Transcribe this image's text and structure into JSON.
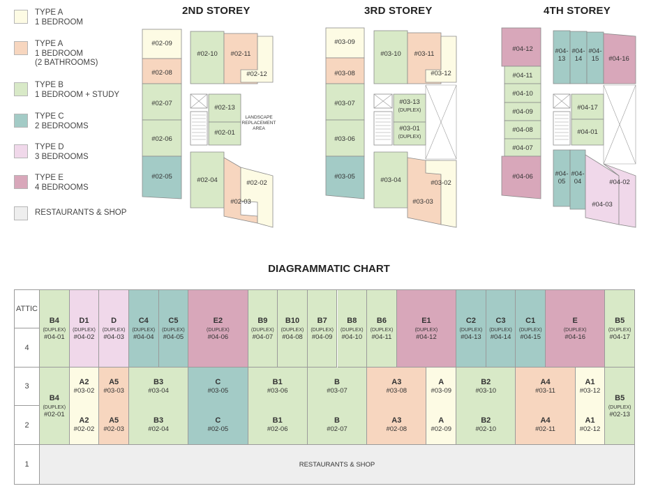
{
  "colors": {
    "typeA": "#fdfbe4",
    "typeA2": "#f7d6bf",
    "typeB": "#d8e9c7",
    "typeC": "#a3cbc6",
    "typeD": "#f0d8ea",
    "typeE": "#d8a7ba",
    "shop": "#eeeeee",
    "line": "#9a9a9a"
  },
  "legend": [
    {
      "label": "TYPE A\n1 BEDROOM",
      "color": "#fdfbe4"
    },
    {
      "label": "TYPE A\n1 BEDROOM\n(2 BATHROOMS)",
      "color": "#f7d6bf"
    },
    {
      "label": "TYPE B\n1 BEDROOM + STUDY",
      "color": "#d8e9c7"
    },
    {
      "label": "TYPE C\n2 BEDROOMS",
      "color": "#a3cbc6"
    },
    {
      "label": "TYPE D\n3 BEDROOMS",
      "color": "#f0d8ea"
    },
    {
      "label": "TYPE E\n4 BEDROOMS",
      "color": "#d8a7ba"
    },
    {
      "label": "RESTAURANTS & SHOP",
      "color": "#eeeeee"
    }
  ],
  "plans": {
    "second": {
      "title": "2ND STOREY",
      "units": [
        "#02-09",
        "#02-08",
        "#02-07",
        "#02-06",
        "#02-05",
        "#02-10",
        "#02-11",
        "#02-12",
        "#02-13",
        "#02-01",
        "#02-04",
        "#02-03",
        "#02-02"
      ],
      "landscape": "LANDSCAPE\nREPLACEMENT\nAREA"
    },
    "third": {
      "title": "3RD STOREY",
      "units": [
        "#03-09",
        "#03-08",
        "#03-07",
        "#03-06",
        "#03-05",
        "#03-10",
        "#03-11",
        "#03-12",
        "#03-13",
        "#03-01",
        "#03-04",
        "#03-02",
        "#03-03"
      ],
      "duplex": "(DUPLEX)"
    },
    "fourth": {
      "title": "4TH STOREY",
      "units": [
        "#04-12",
        "#04-11",
        "#04-10",
        "#04-09",
        "#04-08",
        "#04-07",
        "#04-06",
        "#04-\n13",
        "#04-\n14",
        "#04-\n15",
        "#04-16",
        "#04-17",
        "#04-01",
        "#04-\n05",
        "#04-\n04",
        "#04-02",
        "#04-03"
      ]
    }
  },
  "chart": {
    "title": "DIAGRAMMATIC CHART",
    "floor_labels": [
      "ATTIC",
      "4",
      "3",
      "2",
      "1"
    ],
    "upper": [
      {
        "code": "B4",
        "dup": "(DUPLEX)",
        "unit": "#04-01",
        "color": "#d8e9c7"
      },
      {
        "code": "D1",
        "dup": "(DUPLEX)",
        "unit": "#04-02",
        "color": "#f0d8ea"
      },
      {
        "code": "D",
        "dup": "(DUPLEX)",
        "unit": "#04-03",
        "color": "#f0d8ea"
      },
      {
        "code": "C4",
        "dup": "(DUPLEX)",
        "unit": "#04-04",
        "color": "#a3cbc6"
      },
      {
        "code": "C5",
        "dup": "(DUPLEX)",
        "unit": "#04-05",
        "color": "#a3cbc6"
      },
      {
        "code": "E2",
        "dup": "(DUPLEX)",
        "unit": "#04-06",
        "color": "#d8a7ba",
        "span": 2
      },
      {
        "code": "B9",
        "dup": "(DUPLEX)",
        "unit": "#04-07",
        "color": "#d8e9c7"
      },
      {
        "code": "B10",
        "dup": "(DUPLEX)",
        "unit": "#04-08",
        "color": "#d8e9c7"
      },
      {
        "code": "B7",
        "dup": "(DUPLEX)",
        "unit": "#04-09",
        "color": "#d8e9c7"
      },
      {
        "code": "B8",
        "dup": "(DUPLEX)",
        "unit": "#04-10",
        "color": "#d8e9c7"
      },
      {
        "code": "B6",
        "dup": "(DUPLEX)",
        "unit": "#04-11",
        "color": "#d8e9c7"
      },
      {
        "code": "E1",
        "dup": "(DUPLEX)",
        "unit": "#04-12",
        "color": "#d8a7ba",
        "span": 2
      },
      {
        "code": "C2",
        "dup": "(DUPLEX)",
        "unit": "#04-13",
        "color": "#a3cbc6"
      },
      {
        "code": "C3",
        "dup": "(DUPLEX)",
        "unit": "#04-14",
        "color": "#a3cbc6"
      },
      {
        "code": "C1",
        "dup": "(DUPLEX)",
        "unit": "#04-15",
        "color": "#a3cbc6"
      },
      {
        "code": "E",
        "dup": "(DUPLEX)",
        "unit": "#04-16",
        "color": "#d8a7ba",
        "span": 2
      },
      {
        "code": "B5",
        "dup": "(DUPLEX)",
        "unit": "#04-17",
        "color": "#d8e9c7"
      }
    ],
    "left_duplex": {
      "code": "B4",
      "dup": "(DUPLEX)",
      "unit": "#02-01",
      "color": "#d8e9c7"
    },
    "right_duplex": {
      "code": "B5",
      "dup": "(DUPLEX)",
      "unit": "#02-13",
      "color": "#d8e9c7"
    },
    "floor3": [
      {
        "code": "A2",
        "unit": "#03-02",
        "color": "#fdfbe4",
        "span": 1
      },
      {
        "code": "A5",
        "unit": "#03-03",
        "color": "#f7d6bf",
        "span": 1
      },
      {
        "code": "B3",
        "unit": "#03-04",
        "color": "#d8e9c7",
        "span": 2
      },
      {
        "code": "C",
        "unit": "#03-05",
        "color": "#a3cbc6",
        "span": 2
      },
      {
        "code": "B1",
        "unit": "#03-06",
        "color": "#d8e9c7",
        "span": 2
      },
      {
        "code": "B",
        "unit": "#03-07",
        "color": "#d8e9c7",
        "span": 2
      },
      {
        "code": "A3",
        "unit": "#03-08",
        "color": "#f7d6bf",
        "span": 2
      },
      {
        "code": "A",
        "unit": "#03-09",
        "color": "#fdfbe4",
        "span": 1
      },
      {
        "code": "B2",
        "unit": "#03-10",
        "color": "#d8e9c7",
        "span": 2
      },
      {
        "code": "A4",
        "unit": "#03-11",
        "color": "#f7d6bf",
        "span": 2
      },
      {
        "code": "A1",
        "unit": "#03-12",
        "color": "#fdfbe4",
        "span": 1
      }
    ],
    "floor2": [
      {
        "code": "A2",
        "unit": "#02-02",
        "color": "#fdfbe4",
        "span": 1
      },
      {
        "code": "A5",
        "unit": "#02-03",
        "color": "#f7d6bf",
        "span": 1
      },
      {
        "code": "B3",
        "unit": "#02-04",
        "color": "#d8e9c7",
        "span": 2
      },
      {
        "code": "C",
        "unit": "#02-05",
        "color": "#a3cbc6",
        "span": 2
      },
      {
        "code": "B1",
        "unit": "#02-06",
        "color": "#d8e9c7",
        "span": 2
      },
      {
        "code": "B",
        "unit": "#02-07",
        "color": "#d8e9c7",
        "span": 2
      },
      {
        "code": "A3",
        "unit": "#02-08",
        "color": "#f7d6bf",
        "span": 2
      },
      {
        "code": "A",
        "unit": "#02-09",
        "color": "#fdfbe4",
        "span": 1
      },
      {
        "code": "B2",
        "unit": "#02-10",
        "color": "#d8e9c7",
        "span": 2
      },
      {
        "code": "A4",
        "unit": "#02-11",
        "color": "#f7d6bf",
        "span": 2
      },
      {
        "code": "A1",
        "unit": "#02-12",
        "color": "#fdfbe4",
        "span": 1
      }
    ],
    "shop": "RESTAURANTS & SHOP"
  }
}
